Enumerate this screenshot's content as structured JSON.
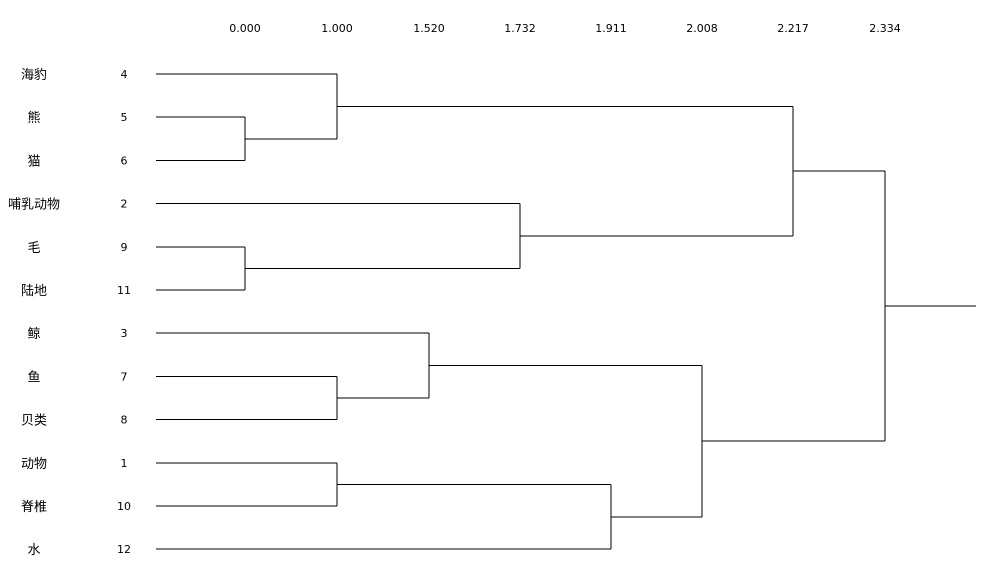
{
  "axis": {
    "ticks": [
      "0.000",
      "1.000",
      "1.520",
      "1.732",
      "1.911",
      "2.008",
      "2.217",
      "2.334"
    ]
  },
  "leaves": [
    {
      "label": "海豹",
      "id": "4"
    },
    {
      "label": "熊",
      "id": "5"
    },
    {
      "label": "猫",
      "id": "6"
    },
    {
      "label": "哺乳动物",
      "id": "2"
    },
    {
      "label": "毛",
      "id": "9"
    },
    {
      "label": "陆地",
      "id": "11"
    },
    {
      "label": "鲸",
      "id": "3"
    },
    {
      "label": "鱼",
      "id": "7"
    },
    {
      "label": "贝类",
      "id": "8"
    },
    {
      "label": "动物",
      "id": "1"
    },
    {
      "label": "脊椎",
      "id": "10"
    },
    {
      "label": "水",
      "id": "12"
    }
  ],
  "merges": [
    {
      "children": [
        "L1",
        "L2"
      ],
      "height": "0.000"
    },
    {
      "children": [
        "L0",
        "M0"
      ],
      "height": "1.000"
    },
    {
      "children": [
        "L4",
        "L5"
      ],
      "height": "0.000"
    },
    {
      "children": [
        "L3",
        "M2"
      ],
      "height": "1.732"
    },
    {
      "children": [
        "M1",
        "M3"
      ],
      "height": "2.217"
    },
    {
      "children": [
        "L7",
        "L8"
      ],
      "height": "1.000"
    },
    {
      "children": [
        "L6",
        "M5"
      ],
      "height": "1.520"
    },
    {
      "children": [
        "L9",
        "L10"
      ],
      "height": "1.000"
    },
    {
      "children": [
        "M7",
        "L11"
      ],
      "height": "1.911"
    },
    {
      "children": [
        "M6",
        "M8"
      ],
      "height": "2.008"
    },
    {
      "children": [
        "M4",
        "M9"
      ],
      "height": "2.334"
    }
  ]
}
